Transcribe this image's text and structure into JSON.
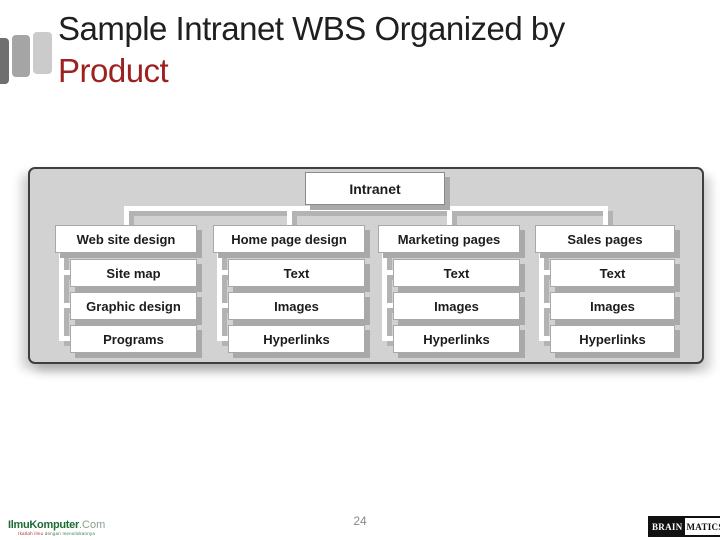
{
  "slide": {
    "title_line1": "Sample Intranet WBS Organized by",
    "title_line2": "Product",
    "page_number": "24"
  },
  "diagram": {
    "root": "Intranet",
    "columns": [
      {
        "label": "Web site design",
        "items": [
          "Site map",
          "Graphic design",
          "Programs"
        ]
      },
      {
        "label": "Home page design",
        "items": [
          "Text",
          "Images",
          "Hyperlinks"
        ]
      },
      {
        "label": "Marketing pages",
        "items": [
          "Text",
          "Images",
          "Hyperlinks"
        ]
      },
      {
        "label": "Sales pages",
        "items": [
          "Text",
          "Images",
          "Hyperlinks"
        ]
      }
    ]
  },
  "footer": {
    "left_logo": {
      "name": "IlmuKomputer",
      "suffix": ".Com",
      "tagline_red": "Ikatlah ilmu",
      "tagline_green": "dengan menuliskannya"
    },
    "right_logo": {
      "part1": "BRAIN",
      "part2": "MATICS"
    }
  },
  "colors": {
    "title_text": "#1f1f1f",
    "title_accent": "#9e2121",
    "panel_background": "#d2d2d2",
    "panel_border": "#3f3f3f",
    "box_shadow": "#a9a9a9",
    "logo_green": "#1d6b35"
  }
}
